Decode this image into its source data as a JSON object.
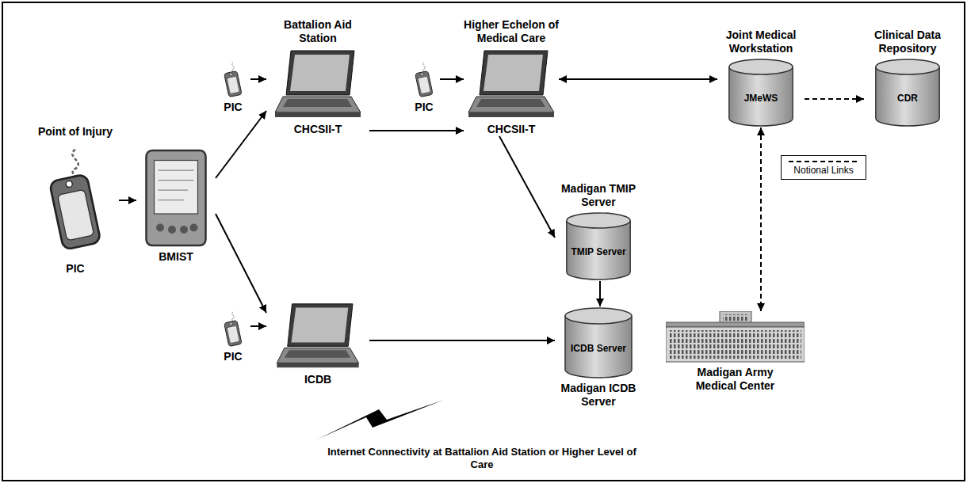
{
  "diagram": {
    "nodes": [
      {
        "text": [
          "Point of Injury",
          "PIC"
        ]
      },
      {
        "text": [
          "BMIST"
        ]
      },
      {
        "text": [
          "PIC"
        ]
      },
      {
        "text": [
          "Battalion Aid Station",
          "CHCSII-T"
        ]
      },
      {
        "text": [
          "PIC"
        ]
      },
      {
        "text": [
          "Higher Echelon of Medical Care",
          "CHCSII-T"
        ]
      },
      {
        "text": [
          "Joint Medical Workstation",
          "JMeWS"
        ]
      },
      {
        "text": [
          "Clinical Data Repository",
          "CDR"
        ]
      },
      {
        "text": [
          "Madigan TMIP Server",
          "TMIP Server"
        ]
      },
      {
        "text": [
          "Madigan Army Medical Center"
        ]
      },
      {
        "text": [
          "PIC"
        ]
      },
      {
        "text": [
          "ICDB"
        ]
      },
      {
        "text": [
          "ICDB Server",
          "Madigan ICDB Server"
        ]
      }
    ],
    "edges": [
      {
        "from": 0,
        "to": 1,
        "arrow": "to"
      },
      {
        "from": 1,
        "to": 3,
        "arrow": "to"
      },
      {
        "from": 1,
        "to": 11,
        "arrow": "to"
      },
      {
        "from": 2,
        "to": 3,
        "arrow": "to"
      },
      {
        "from": 3,
        "to": 5,
        "arrow": "to"
      },
      {
        "from": 4,
        "to": 5,
        "arrow": "to"
      },
      {
        "from": 5,
        "to": 6,
        "arrow": "both"
      },
      {
        "from": 6,
        "to": 7,
        "arrow": "to"
      },
      {
        "from": 5,
        "to": 8,
        "arrow": "to"
      },
      {
        "from": 8,
        "to": 12,
        "arrow": "to"
      },
      {
        "from": 6,
        "to": 9,
        "arrow": "both"
      },
      {
        "from": 10,
        "to": 11,
        "arrow": "to"
      },
      {
        "from": 11,
        "to": 12,
        "arrow": "to"
      }
    ],
    "labels": [
      "Internet Connectivity at Battalion Aid Station or Higher Level of Care"
    ],
    "legend": [
      {
        "text": "Notional Links"
      }
    ]
  }
}
